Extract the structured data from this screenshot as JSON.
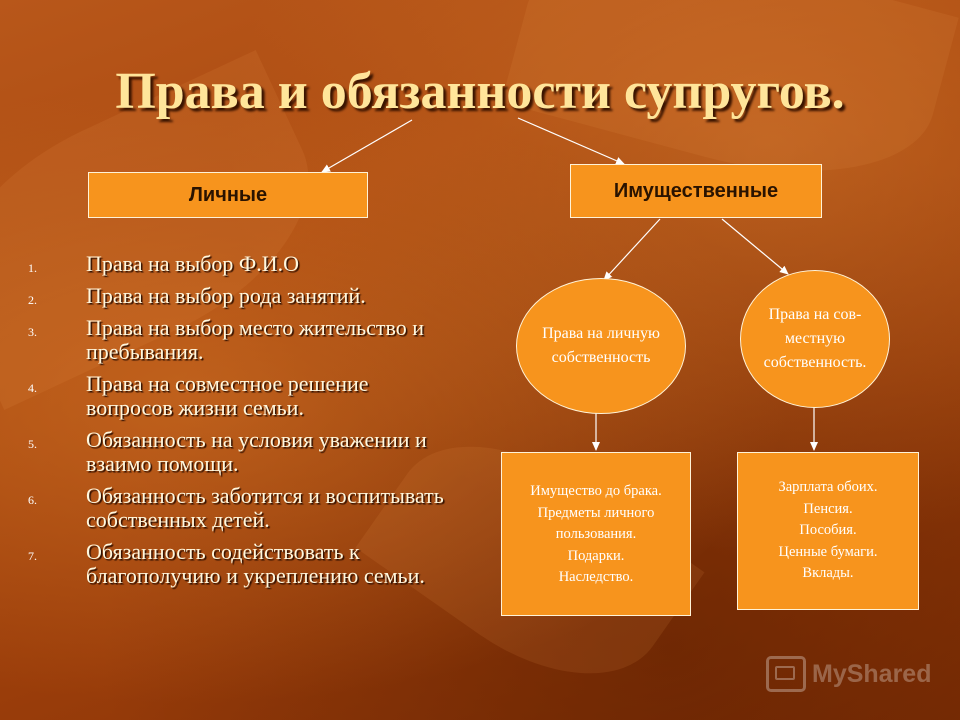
{
  "title": "Права и обязанности супругов.",
  "categories": {
    "personal": "Личные",
    "property": "Имущественные"
  },
  "property_branches": {
    "personal_ownership": {
      "label_lines": [
        "Права на личную",
        "собственность"
      ],
      "items": [
        "Имущество до брака.",
        "Предметы личного",
        "пользования.",
        "Подарки.",
        "Наследство."
      ]
    },
    "joint_ownership": {
      "label_lines": [
        "Права на сов-",
        "местную",
        "собственность."
      ],
      "items": [
        "Зарплата обоих.",
        "Пенсия.",
        "Пособия.",
        "Ценные бумаги.",
        "Вклады."
      ]
    }
  },
  "personal_rights": [
    {
      "num": "1.",
      "text": "Права на выбор Ф.И.О"
    },
    {
      "num": "2.",
      "text": "Права на выбор рода занятий."
    },
    {
      "num": "3.",
      "text": "Права на выбор место жительство и пребывания."
    },
    {
      "num": "4.",
      "text": "Права на совместное решение вопросов жизни семьи."
    },
    {
      "num": "5.",
      "text": "Обязанность на условия уважении и взаимо помощи."
    },
    {
      "num": "6.",
      "text": "Обязанность заботится и воспитывать собственных детей."
    },
    {
      "num": "7.",
      "text": "Обязанность содействовать к благополучию и укреплению семьи."
    }
  ],
  "watermark": "MyShared",
  "colors": {
    "box_fill": "#f7941d",
    "title": "#ffe59a",
    "background": "#a9480f"
  }
}
